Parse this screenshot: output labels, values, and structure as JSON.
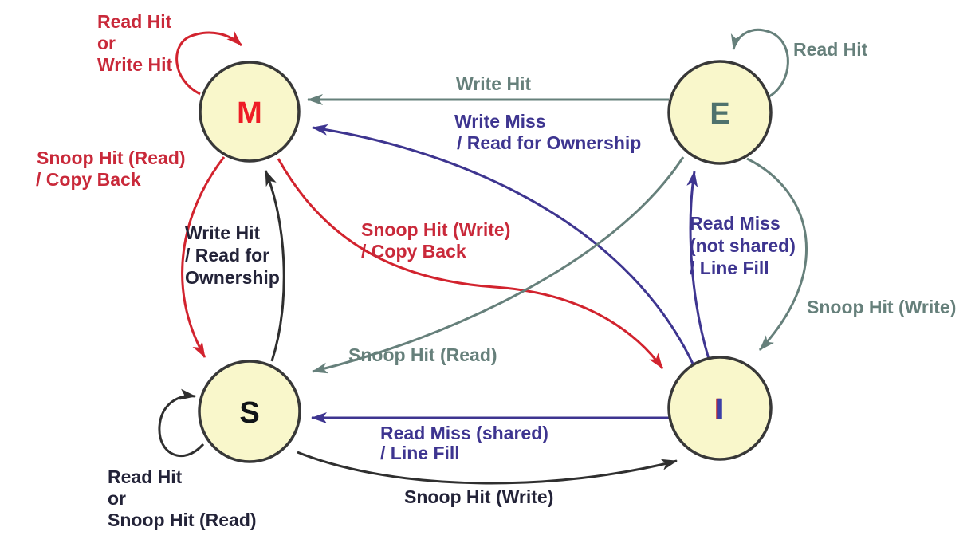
{
  "diagram_name": "MESI cache coherence state diagram",
  "colors": {
    "red": "#D2232E",
    "red_text": "#C9293A",
    "gray": "#66807B",
    "purple": "#3E3590",
    "black_text": "#232338",
    "black_edge": "#2F2F2F",
    "node_fill": "#F9F7CB",
    "node_stroke": "#383838",
    "letter_m": "#EE1C25",
    "letter_e": "#4F726D",
    "letter_s": "#101418",
    "letter_i": "#3C3FA8",
    "letter_i_shadow": "#C42128"
  },
  "nodes": {
    "m": {
      "label": "M"
    },
    "e": {
      "label": "E"
    },
    "s": {
      "label": "S"
    },
    "i": {
      "label": "I"
    }
  },
  "edges": {
    "m_self": {
      "lines": [
        "Read Hit",
        "or",
        "Write Hit"
      ]
    },
    "e_to_m": {
      "lines": [
        "Write Hit"
      ]
    },
    "i_to_m": {
      "lines": [
        "Write Miss",
        "/ Read for Ownership"
      ]
    },
    "e_self": {
      "lines": [
        "Read Hit"
      ]
    },
    "m_to_s": {
      "lines": [
        "Snoop Hit (Read)",
        "/ Copy Back"
      ]
    },
    "s_to_m": {
      "lines": [
        "Write Hit",
        "/ Read for",
        "Ownership"
      ]
    },
    "m_to_i": {
      "lines": [
        "Snoop Hit (Write)",
        "/ Copy Back"
      ]
    },
    "i_to_e": {
      "lines": [
        "Read Miss",
        "(not shared)",
        "/ Line Fill"
      ]
    },
    "e_to_i": {
      "lines": [
        "Snoop Hit (Write)"
      ]
    },
    "e_to_s": {
      "lines": [
        "Snoop Hit (Read)"
      ]
    },
    "i_to_s": {
      "lines": [
        "Read Miss (shared)",
        "/ Line Fill"
      ]
    },
    "s_to_i": {
      "lines": [
        "Snoop Hit (Write)"
      ]
    },
    "s_self": {
      "lines": [
        "Read Hit",
        "or",
        "Snoop Hit (Read)"
      ]
    }
  }
}
